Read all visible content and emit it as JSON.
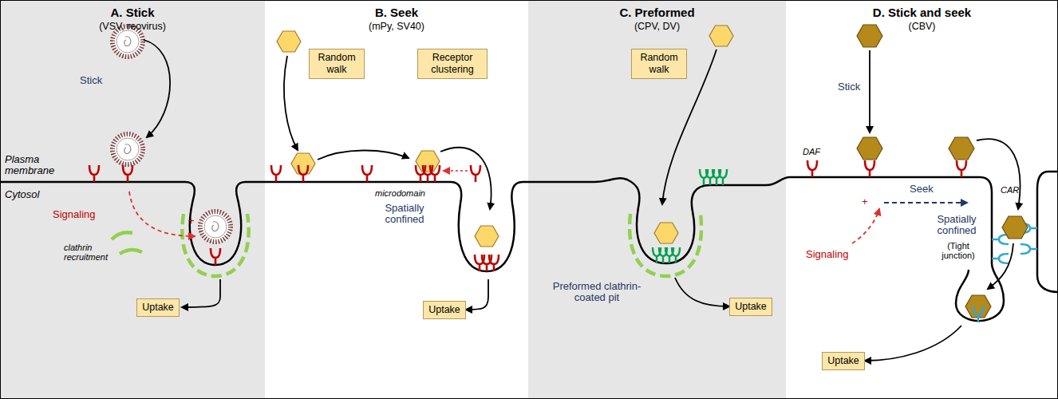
{
  "diagram": {
    "nodes": [
      {
        "text": [
          "A. Stick",
          "(VSV, reovirus)"
        ]
      },
      {
        "text": [
          "Uptake"
        ],
        "in": 0
      },
      {
        "text": [
          "B. Seek",
          "(mPy, SV40)"
        ]
      },
      {
        "text": [
          "Random walk"
        ],
        "in": 2
      },
      {
        "text": [
          "Receptor clustering"
        ],
        "in": 2
      },
      {
        "text": [
          "Uptake"
        ],
        "in": 2
      },
      {
        "text": [
          "C. Preformed",
          "(CPV, DV)"
        ]
      },
      {
        "text": [
          "Random walk"
        ],
        "in": 6
      },
      {
        "text": [
          "Uptake"
        ],
        "in": 6
      },
      {
        "text": [
          "D. Stick and seek",
          "(CBV)"
        ]
      },
      {
        "text": [
          "Uptake"
        ],
        "in": 9
      }
    ],
    "labels": [
      "Stick",
      "Plasma membrane",
      "Cytosol",
      "Signaling",
      "+",
      "clathrin recruitment",
      "microdomain",
      "Spatially confined",
      "Preformed clathrin-coated pit",
      "Stick",
      "DAF",
      "Seek",
      "CAR",
      "Spatially confined",
      "(Tight junction)",
      "Signaling",
      "+"
    ]
  }
}
